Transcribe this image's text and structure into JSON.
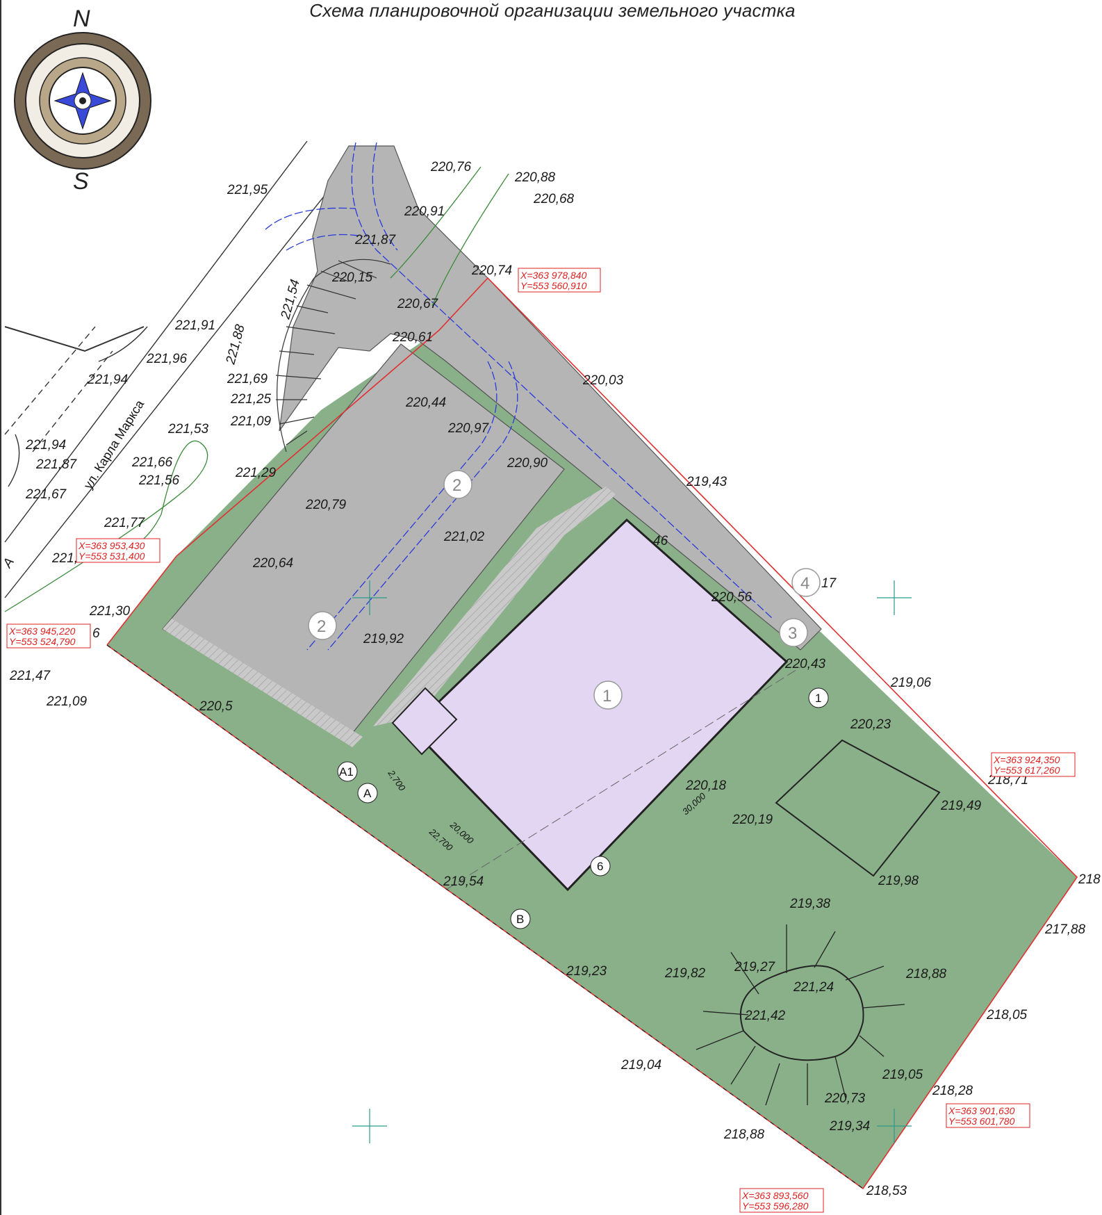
{
  "title": "Схема планировочной организации земельного участка",
  "compass": {
    "north": "N",
    "south": "S"
  },
  "street": "ул. Карла Маркса",
  "colors": {
    "green": "#8ab08a",
    "paving": "#b5b5b5",
    "building": "#e2d6f2",
    "boundary": "#e03030",
    "water": "#2a3ad8",
    "contour": "#3b8a3b"
  },
  "elevations": [
    {
      "v": "220,76"
    },
    {
      "v": "220,88"
    },
    {
      "v": "220,68"
    },
    {
      "v": "221,95"
    },
    {
      "v": "220,91"
    },
    {
      "v": "221,87"
    },
    {
      "v": "220,74"
    },
    {
      "v": "220,15"
    },
    {
      "v": "220,67"
    },
    {
      "v": "221,54"
    },
    {
      "v": "221,91"
    },
    {
      "v": "220,61"
    },
    {
      "v": "221,96"
    },
    {
      "v": "221,88"
    },
    {
      "v": "221,94"
    },
    {
      "v": "220,03"
    },
    {
      "v": "221,69"
    },
    {
      "v": "221,25"
    },
    {
      "v": "220,44"
    },
    {
      "v": "221,53"
    },
    {
      "v": "221,09"
    },
    {
      "v": "220,97"
    },
    {
      "v": "221,94"
    },
    {
      "v": "221,87"
    },
    {
      "v": "221,66"
    },
    {
      "v": "220,90"
    },
    {
      "v": "221,56"
    },
    {
      "v": "221,29"
    },
    {
      "v": "219,43"
    },
    {
      "v": "221,67"
    },
    {
      "v": "220,79"
    },
    {
      "v": "221,77"
    },
    {
      "v": "221,02"
    },
    {
      "v": "221,"
    },
    {
      "v": "220,64"
    },
    {
      "v": "46"
    },
    {
      "v": "17"
    },
    {
      "v": "220,56"
    },
    {
      "v": "221,30"
    },
    {
      "v": "219,92"
    },
    {
      "v": "220,43"
    },
    {
      "v": "221,47"
    },
    {
      "v": "219,06"
    },
    {
      "v": "221,09"
    },
    {
      "v": "220,5"
    },
    {
      "v": "220,23"
    },
    {
      "v": "218,71"
    },
    {
      "v": "220,18"
    },
    {
      "v": "219,49"
    },
    {
      "v": "220,19"
    },
    {
      "v": "219,54"
    },
    {
      "v": "219,98"
    },
    {
      "v": "218"
    },
    {
      "v": "219,38"
    },
    {
      "v": "217,88"
    },
    {
      "v": "219,27"
    },
    {
      "v": "219,23"
    },
    {
      "v": "219,82"
    },
    {
      "v": "218,88"
    },
    {
      "v": "221,24"
    },
    {
      "v": "221,42"
    },
    {
      "v": "218,05"
    },
    {
      "v": "219,04"
    },
    {
      "v": "219,05"
    },
    {
      "v": "218,28"
    },
    {
      "v": "220,73"
    },
    {
      "v": "219,34"
    },
    {
      "v": "218,88"
    },
    {
      "v": "218,53"
    }
  ],
  "coords": [
    {
      "x": "X=363 978,840",
      "y": "Y=553 560,910"
    },
    {
      "x": "X=363 953,430",
      "y": "Y=553 531,400"
    },
    {
      "x": "X=363 945,220",
      "y": "Y=553 524,790"
    },
    {
      "x": "X=363 924,350",
      "y": "Y=553 617,260"
    },
    {
      "x": "X=363 901,630",
      "y": "Y=553 601,780"
    },
    {
      "x": "X=363 893,560",
      "y": "Y=553 596,280"
    }
  ],
  "zones": [
    "1",
    "2",
    "2",
    "3",
    "4"
  ],
  "axes": [
    "A1",
    "A",
    "B",
    "1",
    "6"
  ],
  "dims": [
    "2,700",
    "20,000",
    "22,700",
    "30,000"
  ],
  "side_marks": [
    "6",
    "А"
  ]
}
